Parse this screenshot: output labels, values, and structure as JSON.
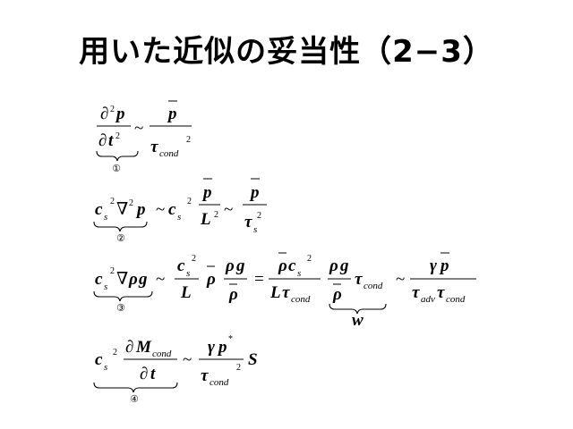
{
  "title": "用いた近似の妥当性（2−3）",
  "equation_markers": [
    "①",
    "②",
    "③",
    "④"
  ],
  "symbols": {
    "partial": "∂",
    "nabla": "∇",
    "sim": "~",
    "equals": "=",
    "p": "p",
    "t": "t",
    "tau": "τ",
    "cond": "cond",
    "adv": "adv",
    "c": "c",
    "s": "s",
    "L": "L",
    "rho": "ρ",
    "g": "g",
    "gamma": "γ",
    "M": "M",
    "S": "S",
    "w": "w",
    "two": "2",
    "star": "*"
  }
}
